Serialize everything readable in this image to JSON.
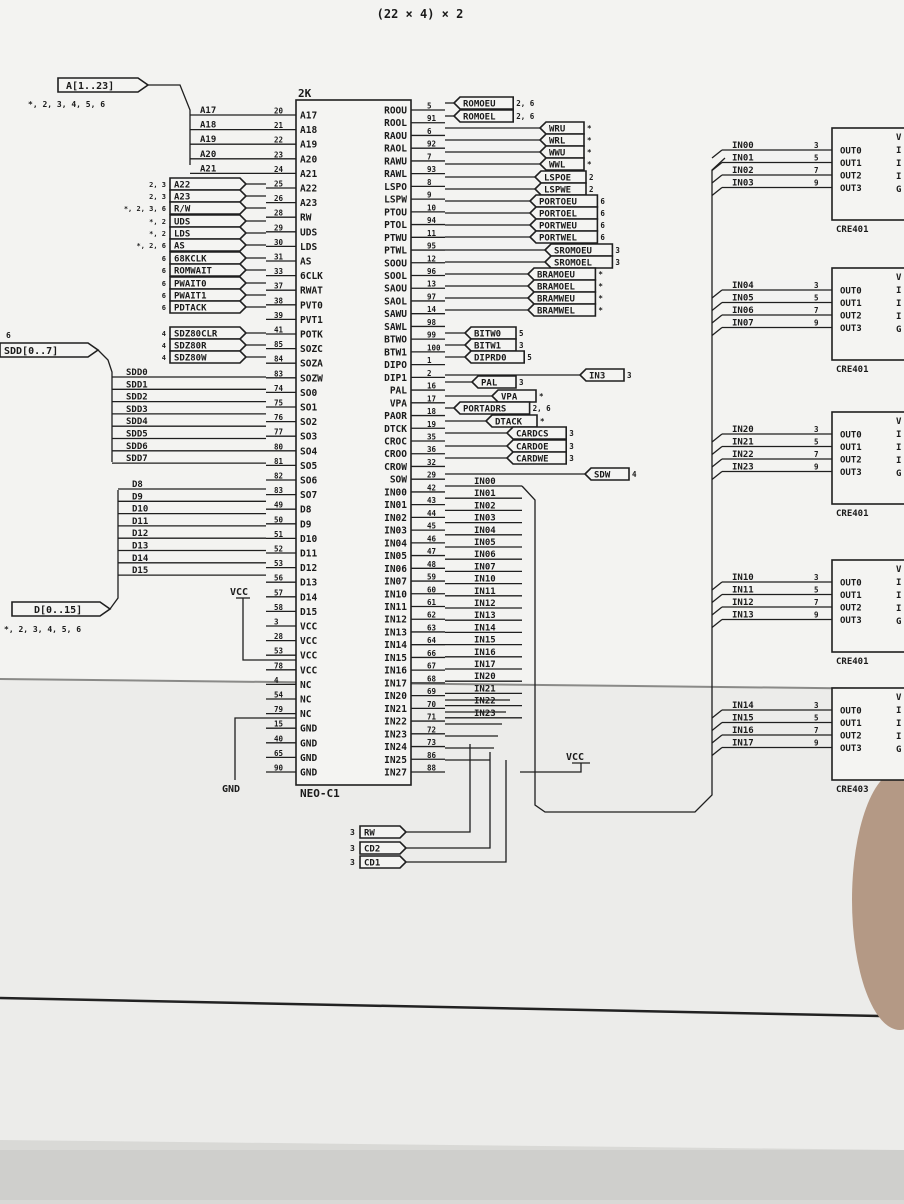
{
  "header": "(22 × 4) × 2",
  "main_chip": {
    "top_label": "2K",
    "part_name": "NEO-C1",
    "left_pins": [
      {
        "name": "A17",
        "pin": "20"
      },
      {
        "name": "A18",
        "pin": "21"
      },
      {
        "name": "A19",
        "pin": "22"
      },
      {
        "name": "A20",
        "pin": "23"
      },
      {
        "name": "A21",
        "pin": "24"
      },
      {
        "name": "A22",
        "pin": "25"
      },
      {
        "name": "A23",
        "pin": "26"
      },
      {
        "name": "RW",
        "pin": "28"
      },
      {
        "name": "UDS",
        "pin": "29"
      },
      {
        "name": "LDS",
        "pin": "30"
      },
      {
        "name": "AS",
        "pin": "31"
      },
      {
        "name": "6CLK",
        "pin": "33"
      },
      {
        "name": "RWAT",
        "pin": "37"
      },
      {
        "name": "PVT0",
        "pin": "38"
      },
      {
        "name": "PVT1",
        "pin": "39"
      },
      {
        "name": "POTK",
        "pin": "41"
      },
      {
        "name": "SOZC",
        "pin": "85"
      },
      {
        "name": "SOZA",
        "pin": "84"
      },
      {
        "name": "SOZW",
        "pin": "83"
      },
      {
        "name": "SO0",
        "pin": "74"
      },
      {
        "name": "SO1",
        "pin": "75"
      },
      {
        "name": "SO2",
        "pin": "76"
      },
      {
        "name": "SO3",
        "pin": "77"
      },
      {
        "name": "SO4",
        "pin": "80"
      },
      {
        "name": "SO5",
        "pin": "81"
      },
      {
        "name": "SO6",
        "pin": "82"
      },
      {
        "name": "SO7",
        "pin": "83"
      },
      {
        "name": "D8",
        "pin": "49"
      },
      {
        "name": "D9",
        "pin": "50"
      },
      {
        "name": "D10",
        "pin": "51"
      },
      {
        "name": "D11",
        "pin": "52"
      },
      {
        "name": "D12",
        "pin": "53"
      },
      {
        "name": "D13",
        "pin": "56"
      },
      {
        "name": "D14",
        "pin": "57"
      },
      {
        "name": "D15",
        "pin": "58"
      },
      {
        "name": "VCC",
        "pin": "3"
      },
      {
        "name": "VCC",
        "pin": "28"
      },
      {
        "name": "VCC",
        "pin": "53"
      },
      {
        "name": "VCC",
        "pin": "78"
      },
      {
        "name": "NC",
        "pin": "4"
      },
      {
        "name": "NC",
        "pin": "54"
      },
      {
        "name": "NC",
        "pin": "79"
      },
      {
        "name": "GND",
        "pin": "15"
      },
      {
        "name": "GND",
        "pin": "40"
      },
      {
        "name": "GND",
        "pin": "65"
      },
      {
        "name": "GND",
        "pin": "90"
      }
    ],
    "right_pins": [
      {
        "name": "ROOU",
        "pin": "5"
      },
      {
        "name": "ROOL",
        "pin": "91"
      },
      {
        "name": "RAOU",
        "pin": "6"
      },
      {
        "name": "RAOL",
        "pin": "92"
      },
      {
        "name": "RAWU",
        "pin": "7"
      },
      {
        "name": "RAWL",
        "pin": "93"
      },
      {
        "name": "LSPO",
        "pin": "8"
      },
      {
        "name": "LSPW",
        "pin": "9"
      },
      {
        "name": "PTOU",
        "pin": "10"
      },
      {
        "name": "PTOL",
        "pin": "94"
      },
      {
        "name": "PTWU",
        "pin": "11"
      },
      {
        "name": "PTWL",
        "pin": "95"
      },
      {
        "name": "SOOU",
        "pin": "12"
      },
      {
        "name": "SOOL",
        "pin": "96"
      },
      {
        "name": "SAOU",
        "pin": "13"
      },
      {
        "name": "SAOL",
        "pin": "97"
      },
      {
        "name": "SAWU",
        "pin": "14"
      },
      {
        "name": "SAWL",
        "pin": "98"
      },
      {
        "name": "BTWO",
        "pin": "99"
      },
      {
        "name": "BTW1",
        "pin": "100"
      },
      {
        "name": "DIPO",
        "pin": "1"
      },
      {
        "name": "DIP1",
        "pin": "2"
      },
      {
        "name": "PAL",
        "pin": "16"
      },
      {
        "name": "VPA",
        "pin": "17"
      },
      {
        "name": "PAOR",
        "pin": "18"
      },
      {
        "name": "DTCK",
        "pin": "19"
      },
      {
        "name": "CROC",
        "pin": "35"
      },
      {
        "name": "CROO",
        "pin": "36"
      },
      {
        "name": "CROW",
        "pin": "32"
      },
      {
        "name": "SOW",
        "pin": "29"
      },
      {
        "name": "IN00",
        "pin": "42"
      },
      {
        "name": "IN01",
        "pin": "43"
      },
      {
        "name": "IN02",
        "pin": "44"
      },
      {
        "name": "IN03",
        "pin": "45"
      },
      {
        "name": "IN04",
        "pin": "46"
      },
      {
        "name": "IN05",
        "pin": "47"
      },
      {
        "name": "IN06",
        "pin": "48"
      },
      {
        "name": "IN07",
        "pin": "59"
      },
      {
        "name": "IN10",
        "pin": "60"
      },
      {
        "name": "IN11",
        "pin": "61"
      },
      {
        "name": "IN12",
        "pin": "62"
      },
      {
        "name": "IN13",
        "pin": "63"
      },
      {
        "name": "IN14",
        "pin": "64"
      },
      {
        "name": "IN15",
        "pin": "66"
      },
      {
        "name": "IN16",
        "pin": "67"
      },
      {
        "name": "IN17",
        "pin": "68"
      },
      {
        "name": "IN20",
        "pin": "69"
      },
      {
        "name": "IN21",
        "pin": "70"
      },
      {
        "name": "IN22",
        "pin": "71"
      },
      {
        "name": "IN23",
        "pin": "72"
      },
      {
        "name": "IN24",
        "pin": "73"
      },
      {
        "name": "IN25",
        "pin": "86"
      },
      {
        "name": "IN27",
        "pin": "88"
      }
    ]
  },
  "bus_flags": [
    {
      "label": "A[1..23]",
      "refs": "*, 2, 3, 4, 5, 6"
    },
    {
      "label": "SDD[0..7]",
      "refs": "6"
    },
    {
      "label": "D[0..15]",
      "refs": "*, 2, 3, 4, 5, 6"
    }
  ],
  "left_input_flags": [
    {
      "label": "A22",
      "ref": "2, 3"
    },
    {
      "label": "A23",
      "ref": "2, 3"
    },
    {
      "label": "R/W",
      "ref": "*, 2, 3, 6"
    },
    {
      "label": "UDS",
      "ref": "*, 2"
    },
    {
      "label": "LDS",
      "ref": "*, 2"
    },
    {
      "label": "AS",
      "ref": "*, 2, 6"
    },
    {
      "label": "68KCLK",
      "ref": "6"
    },
    {
      "label": "ROMWAIT",
      "ref": "6"
    },
    {
      "label": "PWAIT0",
      "ref": "6"
    },
    {
      "label": "PWAIT1",
      "ref": "6"
    },
    {
      "label": "PDTACK",
      "ref": "6"
    },
    {
      "label": "SDZ80CLR",
      "ref": "4"
    },
    {
      "label": "SDZ80R",
      "ref": "4"
    },
    {
      "label": "SDZ80W",
      "ref": "4"
    }
  ],
  "left_bus_nets": [
    "SDD0",
    "SDD1",
    "SDD2",
    "SDD3",
    "SDD4",
    "SDD5",
    "SDD6",
    "SDD7",
    "D8",
    "D9",
    "D10",
    "D11",
    "D12",
    "D13",
    "D14",
    "D15"
  ],
  "right_output_flags": [
    {
      "label": "ROMOEU",
      "ref": "2, 6"
    },
    {
      "label": "ROMOEL",
      "ref": "2, 6"
    },
    {
      "label": "WRU",
      "ref": "*"
    },
    {
      "label": "WRL",
      "ref": "*"
    },
    {
      "label": "WWU",
      "ref": "*"
    },
    {
      "label": "WWL",
      "ref": "*"
    },
    {
      "label": "LSPOE",
      "ref": "2"
    },
    {
      "label": "LSPWE",
      "ref": "2"
    },
    {
      "label": "PORTOEU",
      "ref": "6"
    },
    {
      "label": "PORTOEL",
      "ref": "6"
    },
    {
      "label": "PORTWEU",
      "ref": "6"
    },
    {
      "label": "PORTWEL",
      "ref": "6"
    },
    {
      "label": "SROMOEU",
      "ref": "3"
    },
    {
      "label": "SROMOEL",
      "ref": "3"
    },
    {
      "label": "BRAMOEU",
      "ref": "*"
    },
    {
      "label": "BRAMOEL",
      "ref": "*"
    },
    {
      "label": "BRAMWEU",
      "ref": "*"
    },
    {
      "label": "BRAMWEL",
      "ref": "*"
    },
    {
      "label": "BITW0",
      "ref": "5"
    },
    {
      "label": "BITW1",
      "ref": "3"
    },
    {
      "label": "DIPRD0",
      "ref": "5"
    },
    {
      "label": "PAL",
      "ref": "3"
    },
    {
      "label": "VPA",
      "ref": "*"
    },
    {
      "label": "PORTADRS",
      "ref": "2, 6"
    },
    {
      "label": "DTACK",
      "ref": "*"
    },
    {
      "label": "CARDCS",
      "ref": "3"
    },
    {
      "label": "CARDOE",
      "ref": "3"
    },
    {
      "label": "CARDWE",
      "ref": "3"
    },
    {
      "label": "IN3",
      "ref": "3"
    },
    {
      "label": "SDW",
      "ref": "4"
    }
  ],
  "right_in_nets": [
    "IN00",
    "IN01",
    "IN02",
    "IN03",
    "IN04",
    "IN05",
    "IN06",
    "IN07",
    "IN10",
    "IN11",
    "IN12",
    "IN13",
    "IN14",
    "IN15",
    "IN16",
    "IN17",
    "IN20",
    "IN21",
    "IN22",
    "IN23"
  ],
  "bottom_flags": [
    {
      "label": "RW",
      "ref": "3"
    },
    {
      "label": "CD2",
      "ref": "3"
    },
    {
      "label": "CD1",
      "ref": "3"
    }
  ],
  "power_labels": {
    "vcc_left": "VCC",
    "vcc_right": "VCC",
    "gnd": "GND"
  },
  "cre_chips": [
    {
      "part": "CRE401",
      "inputs": [
        "IN00",
        "IN01",
        "IN02",
        "IN03"
      ],
      "pins": [
        "3",
        "5",
        "7",
        "9"
      ],
      "outputs": [
        "OUT0",
        "OUT1",
        "OUT2",
        "OUT3"
      ],
      "right_col": [
        "V",
        "I",
        "I",
        "I",
        "G"
      ]
    },
    {
      "part": "CRE401",
      "inputs": [
        "IN04",
        "IN05",
        "IN06",
        "IN07"
      ],
      "pins": [
        "3",
        "5",
        "7",
        "9"
      ],
      "outputs": [
        "OUT0",
        "OUT1",
        "OUT2",
        "OUT3"
      ],
      "right_col": [
        "V",
        "I",
        "I",
        "I",
        "G"
      ]
    },
    {
      "part": "CRE401",
      "inputs": [
        "IN20",
        "IN21",
        "IN22",
        "IN23"
      ],
      "pins": [
        "3",
        "5",
        "7",
        "9"
      ],
      "outputs": [
        "OUT0",
        "OUT1",
        "OUT2",
        "OUT3"
      ],
      "right_col": [
        "V",
        "I",
        "I",
        "I",
        "G"
      ]
    },
    {
      "part": "CRE401",
      "inputs": [
        "IN10",
        "IN11",
        "IN12",
        "IN13"
      ],
      "pins": [
        "3",
        "5",
        "7",
        "9"
      ],
      "outputs": [
        "OUT0",
        "OUT1",
        "OUT2",
        "OUT3"
      ],
      "right_col": [
        "V",
        "I",
        "I",
        "I",
        "G"
      ]
    },
    {
      "part": "CRE403",
      "inputs": [
        "IN14",
        "IN15",
        "IN16",
        "IN17"
      ],
      "pins": [
        "3",
        "5",
        "7",
        "9"
      ],
      "outputs": [
        "OUT0",
        "OUT1",
        "OUT2",
        "OUT3"
      ],
      "right_col": [
        "V",
        "I",
        "I",
        "I",
        "G"
      ]
    }
  ]
}
